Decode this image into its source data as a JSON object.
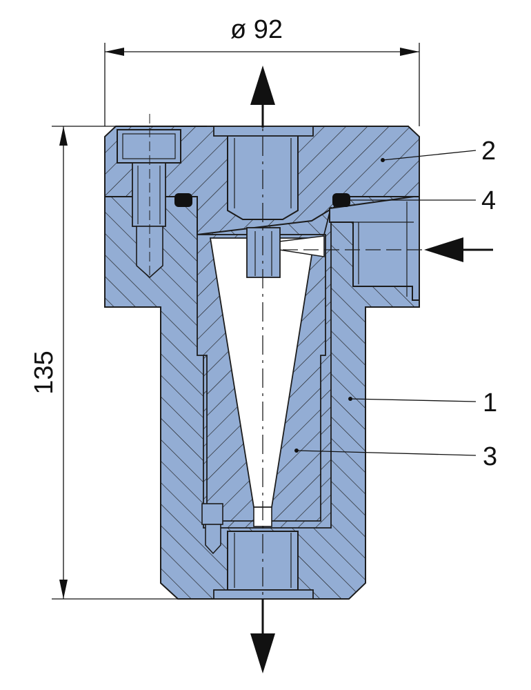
{
  "dimensions": {
    "diameter": "ø 92",
    "height": "135"
  },
  "callouts": {
    "part_1": "1",
    "part_2": "2",
    "part_3": "3",
    "part_4": "4"
  },
  "colors": {
    "body_fill": "#93add4",
    "stroke": "#1c1c1c",
    "background": "#ffffff"
  }
}
